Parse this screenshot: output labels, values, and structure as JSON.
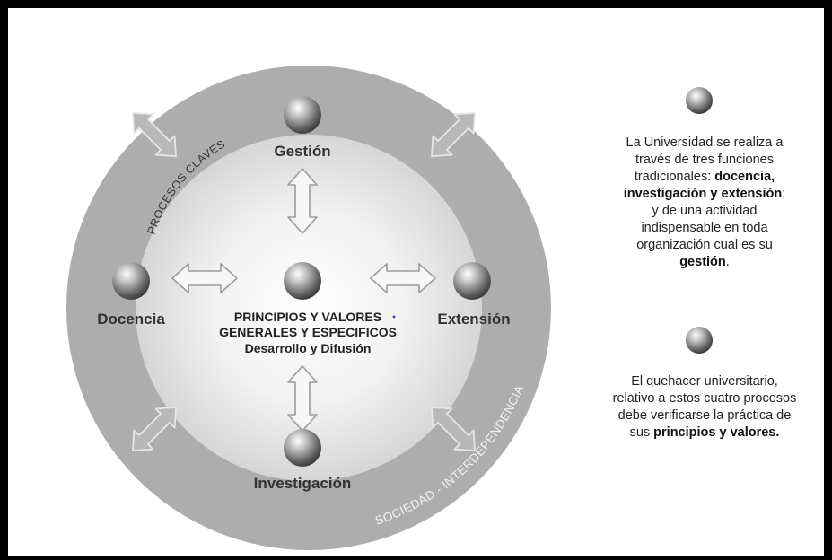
{
  "diagram": {
    "nodes": {
      "gestion": "Gestión",
      "docencia": "Docencia",
      "extension": "Extensión",
      "investigacion": "Investigación"
    },
    "center": {
      "line1": "PRINCIPIOS Y VALORES",
      "line2": "GENERALES Y ESPECIFICOS",
      "line3": "Desarrollo y Difusión"
    },
    "arc_labels": {
      "inner": "PROCESOS CLAVES",
      "outer": "SOCIEDAD - INTERDEPENDENCIA"
    }
  },
  "legend": {
    "item1": {
      "t1": "La Universidad se realiza a",
      "t2": "través de tres funciones",
      "t3": "tradicionales: ",
      "b1": "docencia,",
      "b2": "investigación y extensión",
      "t4": ";",
      "t5": "y de una actividad",
      "t6": "indispensable en toda",
      "t7": "organización cual es su",
      "b3": "gestión",
      "t8": "."
    },
    "item2": {
      "t1": "El quehacer universitario,",
      "t2": "relativo a estos cuatro procesos",
      "t3": "debe verificarse la práctica de",
      "t4": "sus ",
      "b1": "principios y valores."
    }
  },
  "colors": {
    "outer_ring": "#adadad",
    "inner_light": "#f4f4f4",
    "text": "#222222"
  }
}
